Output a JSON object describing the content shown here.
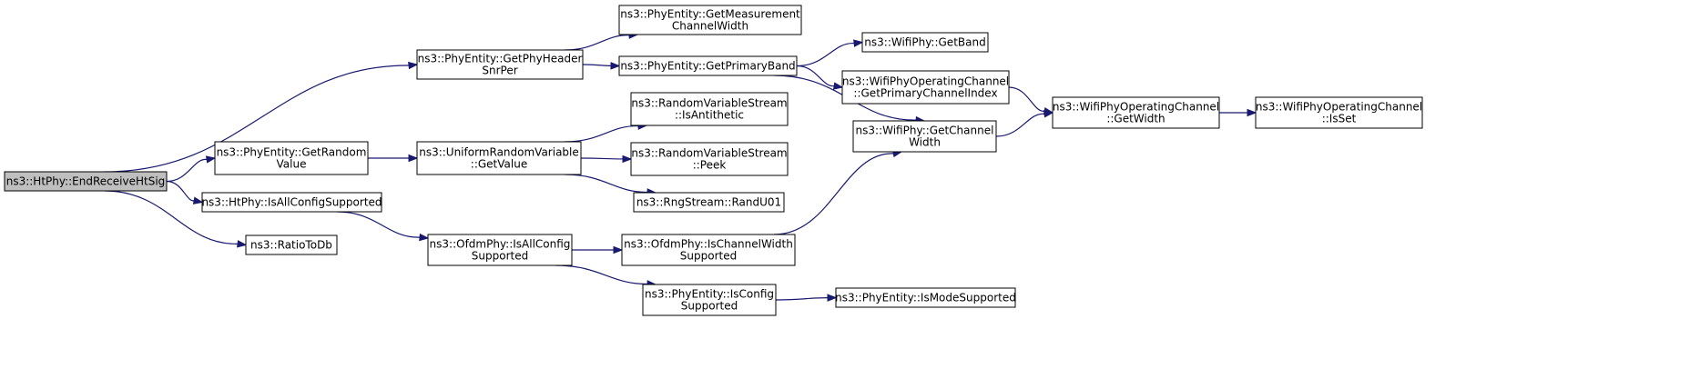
{
  "colors": {
    "edge": "#191970",
    "root_fill": "#bfbfbf",
    "node_fill": "#ffffff",
    "node_border": "#000000"
  },
  "nodes": [
    {
      "id": "endReceiveHtSig",
      "lines": [
        "ns3::HtPhy::EndReceiveHtSig"
      ],
      "root": true
    },
    {
      "id": "getPhyHeaderSnrPer",
      "lines": [
        "ns3::PhyEntity::GetPhyHeader",
        "SnrPer"
      ]
    },
    {
      "id": "getRandomValue",
      "lines": [
        "ns3::PhyEntity::GetRandom",
        "Value"
      ]
    },
    {
      "id": "isAllConfigSupported",
      "lines": [
        "ns3::HtPhy::IsAllConfigSupported"
      ]
    },
    {
      "id": "ratioToDb",
      "lines": [
        "ns3::RatioToDb"
      ]
    },
    {
      "id": "getMeasurementChannelWidth",
      "lines": [
        "ns3::PhyEntity::GetMeasurement",
        "ChannelWidth"
      ]
    },
    {
      "id": "getPrimaryBand",
      "lines": [
        "ns3::PhyEntity::GetPrimaryBand"
      ]
    },
    {
      "id": "uniformGetValue",
      "lines": [
        "ns3::UniformRandomVariable",
        "::GetValue"
      ]
    },
    {
      "id": "ofdmIsAllConfigSupported",
      "lines": [
        "ns3::OfdmPhy::IsAllConfig",
        "Supported"
      ]
    },
    {
      "id": "isAntithetic",
      "lines": [
        "ns3::RandomVariableStream",
        "::IsAntithetic"
      ]
    },
    {
      "id": "peek",
      "lines": [
        "ns3::RandomVariableStream",
        "::Peek"
      ]
    },
    {
      "id": "randU01",
      "lines": [
        "ns3::RngStream::RandU01"
      ]
    },
    {
      "id": "ofdmIsChannelWidthSupported",
      "lines": [
        "ns3::OfdmPhy::IsChannelWidth",
        "Supported"
      ]
    },
    {
      "id": "isConfigSupported",
      "lines": [
        "ns3::PhyEntity::IsConfig",
        "Supported"
      ]
    },
    {
      "id": "getBand",
      "lines": [
        "ns3::WifiPhy::GetBand"
      ]
    },
    {
      "id": "getPrimaryChannelIndex",
      "lines": [
        "ns3::WifiPhyOperatingChannel",
        "::GetPrimaryChannelIndex"
      ]
    },
    {
      "id": "getChannelWidth",
      "lines": [
        "ns3::WifiPhy::GetChannel",
        "Width"
      ]
    },
    {
      "id": "isModeSupported",
      "lines": [
        "ns3::PhyEntity::IsModeSupported"
      ]
    },
    {
      "id": "operatingGetWidth",
      "lines": [
        "ns3::WifiPhyOperatingChannel",
        "::GetWidth"
      ]
    },
    {
      "id": "operatingIsSet",
      "lines": [
        "ns3::WifiPhyOperatingChannel",
        "::IsSet"
      ]
    }
  ],
  "edges": [
    [
      "endReceiveHtSig",
      "getPhyHeaderSnrPer"
    ],
    [
      "endReceiveHtSig",
      "getRandomValue"
    ],
    [
      "endReceiveHtSig",
      "isAllConfigSupported"
    ],
    [
      "endReceiveHtSig",
      "ratioToDb"
    ],
    [
      "getPhyHeaderSnrPer",
      "getMeasurementChannelWidth"
    ],
    [
      "getPhyHeaderSnrPer",
      "getPrimaryBand"
    ],
    [
      "getPrimaryBand",
      "getBand"
    ],
    [
      "getPrimaryBand",
      "getPrimaryChannelIndex"
    ],
    [
      "getPrimaryBand",
      "getChannelWidth"
    ],
    [
      "getPrimaryChannelIndex",
      "operatingGetWidth"
    ],
    [
      "getChannelWidth",
      "operatingGetWidth"
    ],
    [
      "operatingGetWidth",
      "operatingIsSet"
    ],
    [
      "getRandomValue",
      "uniformGetValue"
    ],
    [
      "uniformGetValue",
      "isAntithetic"
    ],
    [
      "uniformGetValue",
      "peek"
    ],
    [
      "uniformGetValue",
      "randU01"
    ],
    [
      "isAllConfigSupported",
      "ofdmIsAllConfigSupported"
    ],
    [
      "ofdmIsAllConfigSupported",
      "ofdmIsChannelWidthSupported"
    ],
    [
      "ofdmIsAllConfigSupported",
      "isConfigSupported"
    ],
    [
      "ofdmIsChannelWidthSupported",
      "getChannelWidth"
    ],
    [
      "isConfigSupported",
      "isModeSupported"
    ]
  ]
}
